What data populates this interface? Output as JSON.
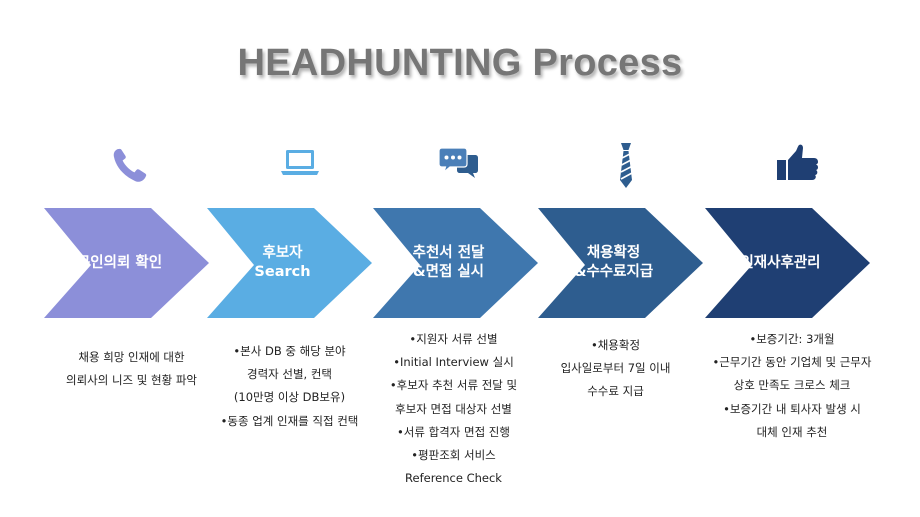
{
  "title": "HEADHUNTING Process",
  "steps": [
    {
      "icon": "phone-icon",
      "color": "#8C8FD9",
      "label": [
        "구인의뢰 확인"
      ],
      "desc": [
        "채용 희망 인재에 대한",
        "의뢰사의  니즈 및 현황 파악"
      ]
    },
    {
      "icon": "laptop-icon",
      "color": "#5AADE3",
      "label": [
        "후보자",
        "Search"
      ],
      "desc": [
        "•본사 DB 중 해당 분야",
        "경력자 선별, 컨택",
        "(10만명 이상 DB보유)",
        "•동종 업계 인재를 직접 컨택"
      ]
    },
    {
      "icon": "chat-bubbles-icon",
      "color": "#3F77AE",
      "label": [
        "추천서 전달",
        "&면접 실시"
      ],
      "desc": [
        "•지원자 서류 선별",
        "•Initial Interview 실시",
        "•후보자 추천 서류 전달 및",
        "후보자 면접 대상자 선별",
        "•서류 합격자 면접 진행",
        "•평판조회 서비스",
        "Reference Check"
      ]
    },
    {
      "icon": "necktie-icon",
      "color": "#2E5D8F",
      "label": [
        "채용확정",
        "&수수료지급"
      ],
      "desc": [
        "•채용확정",
        "입사일로부터 7일 이내",
        "수수료 지급"
      ]
    },
    {
      "icon": "thumbs-up-icon",
      "color": "#1F3F73",
      "label": [
        "인재사후관리"
      ],
      "desc": [
        "•보증기간:  3개월",
        "•근무기간  동안 기업체 및 근무자",
        "상호 만족도 크로스 체크",
        "•보증기간 내 퇴사자 발생 시",
        "대체 인재 추천"
      ]
    }
  ]
}
